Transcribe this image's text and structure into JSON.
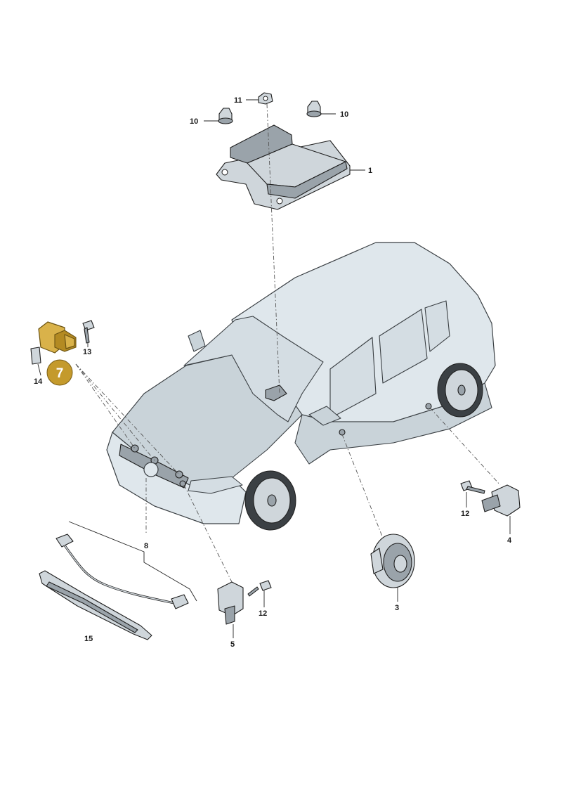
{
  "callouts": [
    {
      "id": "label-1",
      "text": "1"
    },
    {
      "id": "label-3",
      "text": "3"
    },
    {
      "id": "label-4",
      "text": "4"
    },
    {
      "id": "label-5",
      "text": "5"
    },
    {
      "id": "label-8",
      "text": "8"
    },
    {
      "id": "label-10-left",
      "text": "10"
    },
    {
      "id": "label-10-right",
      "text": "10"
    },
    {
      "id": "label-11",
      "text": "11"
    },
    {
      "id": "label-12-right",
      "text": "12"
    },
    {
      "id": "label-12-bottom",
      "text": "12"
    },
    {
      "id": "label-13",
      "text": "13"
    },
    {
      "id": "label-14",
      "text": "14"
    },
    {
      "id": "label-15",
      "text": "15"
    }
  ],
  "highlight": {
    "number": "7",
    "color": "#c49a2c"
  }
}
